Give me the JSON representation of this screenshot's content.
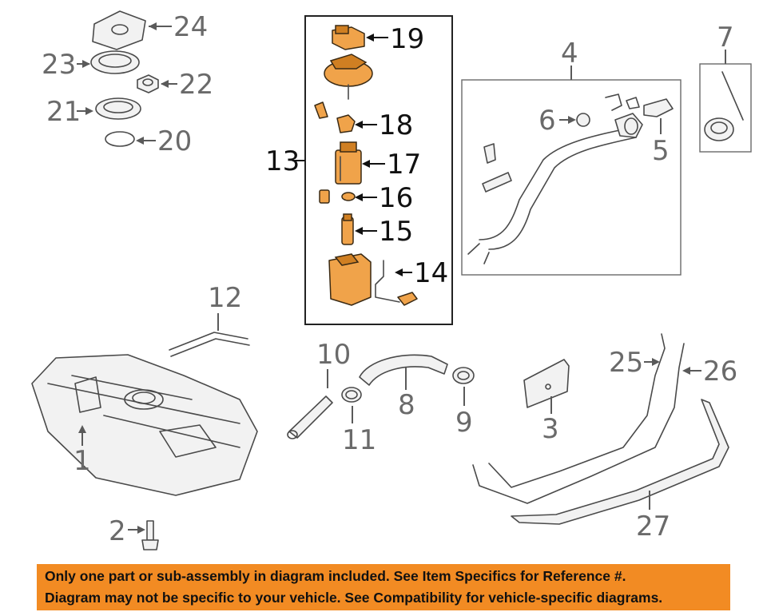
{
  "callouts": {
    "n1": "1",
    "n2": "2",
    "n3": "3",
    "n4": "4",
    "n5": "5",
    "n6": "6",
    "n7": "7",
    "n8": "8",
    "n9": "9",
    "n10": "10",
    "n11": "11",
    "n12": "12",
    "n13": "13",
    "n14": "14",
    "n15": "15",
    "n16": "16",
    "n17": "17",
    "n18": "18",
    "n19": "19",
    "n20": "20",
    "n21": "21",
    "n22": "22",
    "n23": "23",
    "n24": "24",
    "n25": "25",
    "n26": "26",
    "n27": "27"
  },
  "banner": {
    "line1": "Only one part or sub-assembly in diagram included. See Item Specifics for Reference #.",
    "line2": "Diagram may not be specific to your vehicle. See Compatibility for vehicle-specific diagrams."
  },
  "colors": {
    "banner_bg": "#f28b23",
    "highlight_part": "#f0a34a",
    "label_gray": "#6a6a6a"
  }
}
